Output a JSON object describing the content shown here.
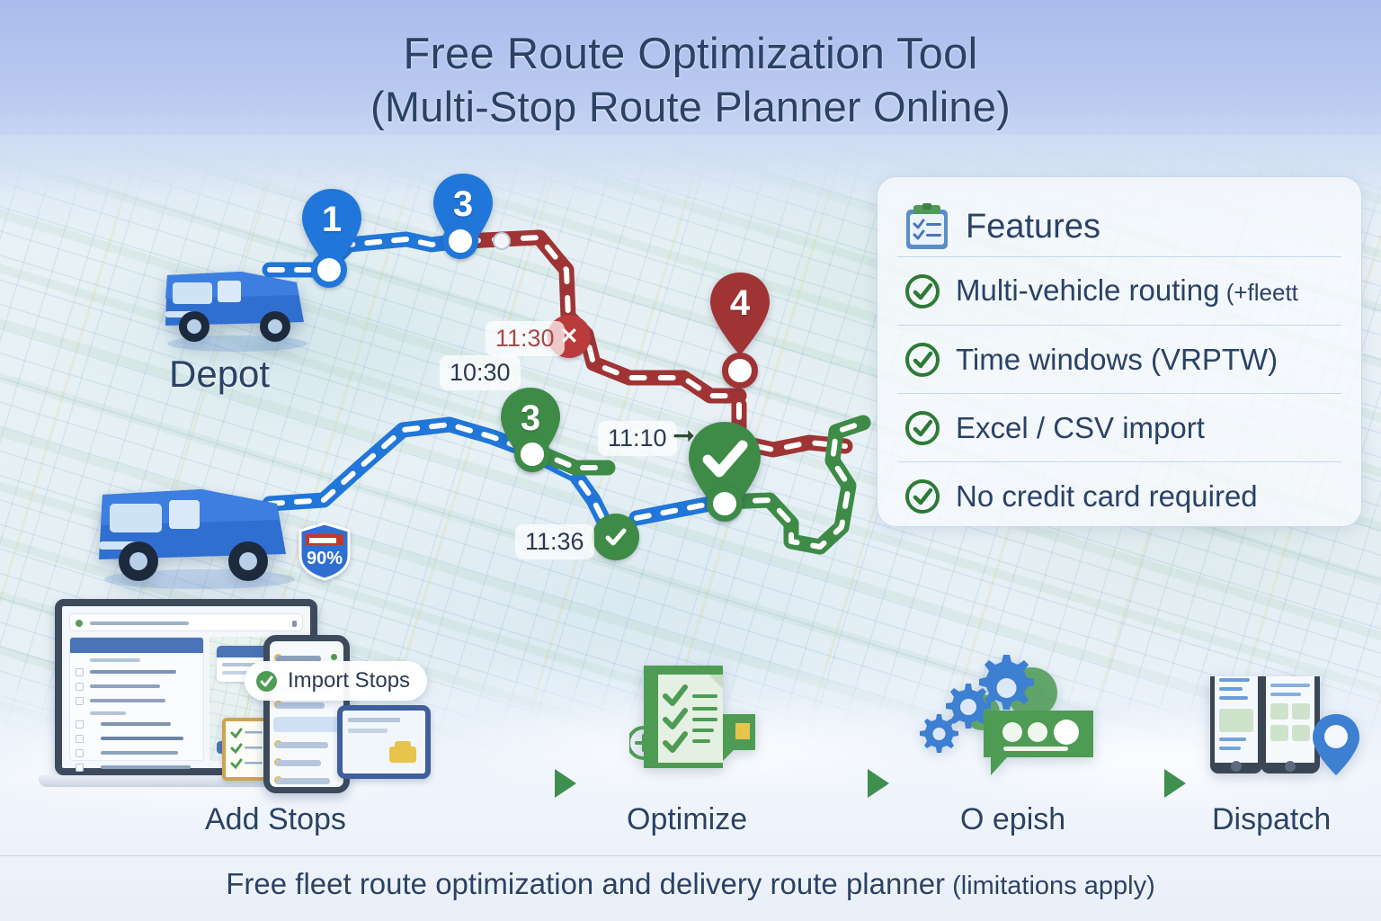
{
  "title": {
    "line1": "Free Route Optimization Tool",
    "line2": "(Multi-Stop Route Planner Online)"
  },
  "colors": {
    "title_text": "#2b4266",
    "route_blue": "#2176d9",
    "route_red": "#a03434",
    "route_green": "#3d8b46",
    "accent_green": "#2d7a35",
    "panel_bg": "#f7fafd",
    "background_top": "#a9bced"
  },
  "map": {
    "depot_label": "Depot",
    "markers": [
      {
        "id": "m1",
        "label": "1",
        "color": "blue"
      },
      {
        "id": "m3b",
        "label": "3",
        "color": "blue"
      },
      {
        "id": "m4",
        "label": "4",
        "color": "red"
      },
      {
        "id": "m3g",
        "label": "3",
        "color": "green"
      }
    ],
    "time_labels": [
      {
        "id": "t1130",
        "text": "11:30",
        "style": "red",
        "status": "failed"
      },
      {
        "id": "t1030",
        "text": "10:30",
        "style": "dark",
        "status": "planned"
      },
      {
        "id": "t1110",
        "text": "11:10",
        "style": "dark",
        "status": "ontime"
      },
      {
        "id": "t1136",
        "text": "11:36",
        "style": "dark",
        "status": "ontime"
      }
    ],
    "badges": {
      "fail_mark": "✕",
      "highway_shield_value": "90%"
    }
  },
  "features": {
    "heading": "Features",
    "heading_icon": "clipboard-checklist-icon",
    "items": [
      {
        "text": "Multi-vehicle routing",
        "suffix": " (+fleett",
        "icon": "check-circle-icon"
      },
      {
        "text": "Time windows (VRPTW)",
        "suffix": "",
        "icon": "check-circle-icon"
      },
      {
        "text": "Excel / CSV import",
        "suffix": "",
        "icon": "check-circle-icon"
      },
      {
        "text": "No credit card required",
        "suffix": "",
        "icon": "check-circle-icon"
      }
    ]
  },
  "devices": {
    "import_badge": "Import Stops",
    "import_badge_icon": "check-circle-filled-icon"
  },
  "workflow": {
    "steps": [
      {
        "label": "Add Stops",
        "icon": "laptop-phone-dashboard-icon"
      },
      {
        "label": "Optimize",
        "icon": "checklist-document-icon"
      },
      {
        "label": "O epish",
        "icon": "gears-chat-icon"
      },
      {
        "label": "Dispatch",
        "icon": "mobile-phones-pin-icon"
      }
    ],
    "arrow_icon": "triangle-right-icon"
  },
  "caption": {
    "main": "Free fleet route optimization and delivery route planner",
    "soft": " (limitations apply)"
  }
}
